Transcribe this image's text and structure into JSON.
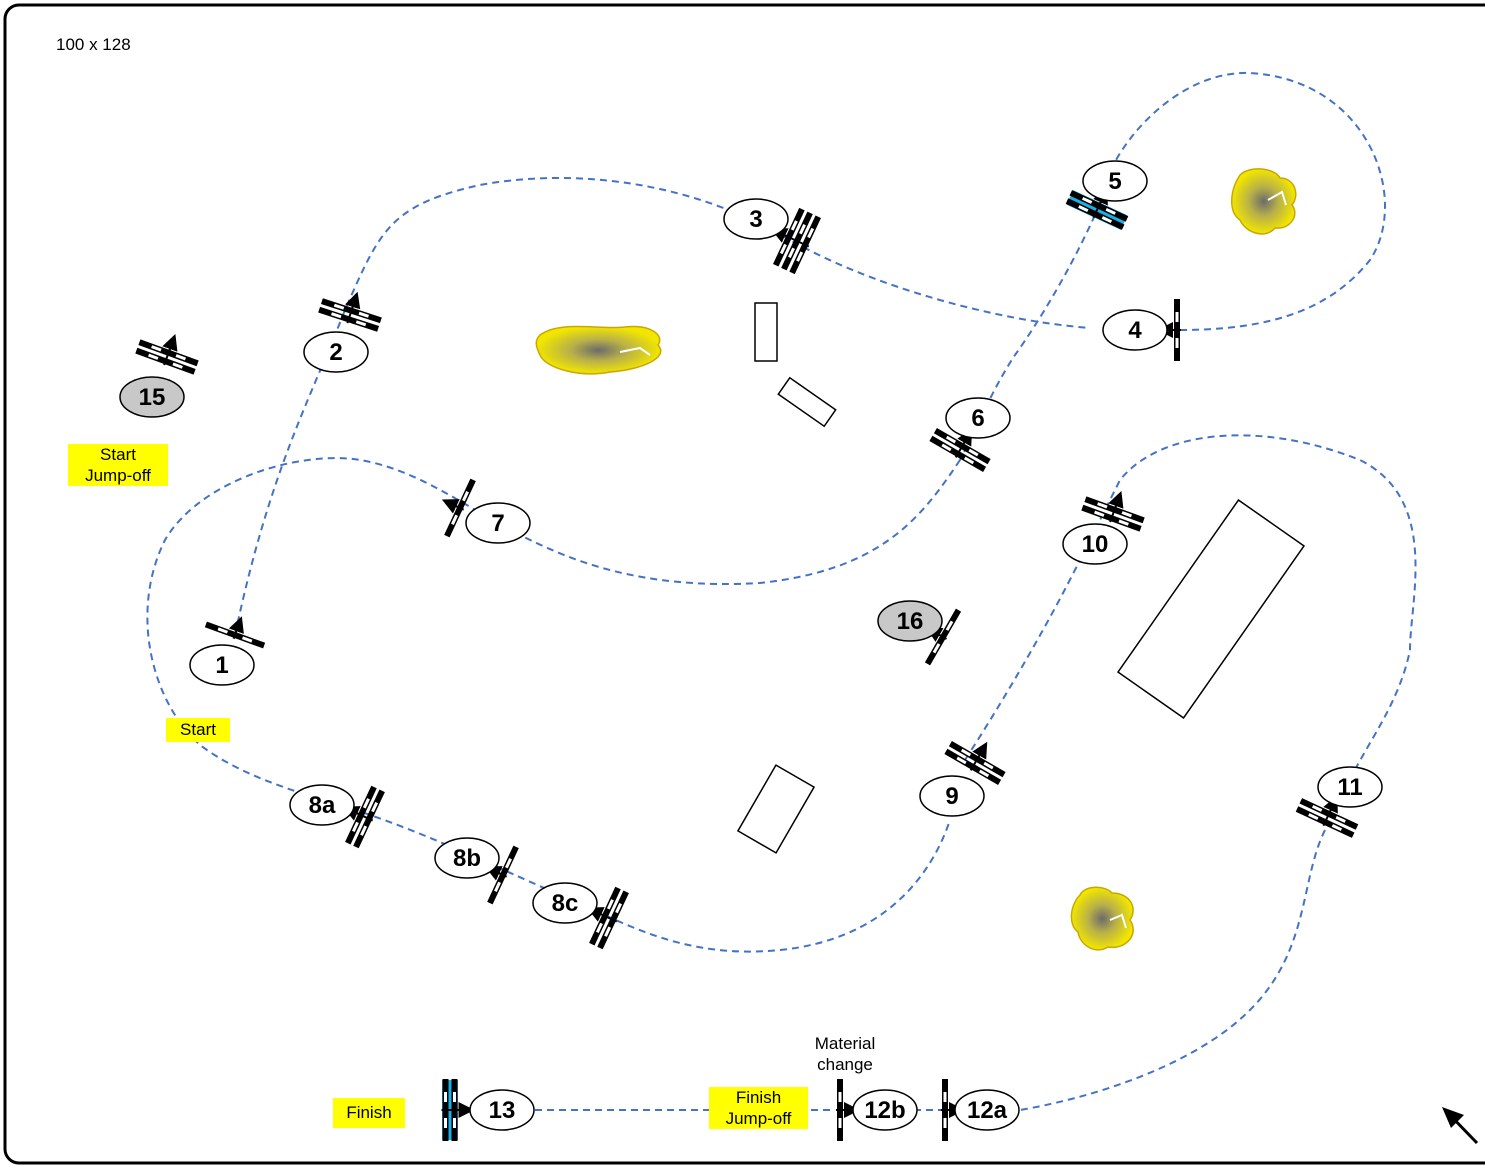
{
  "arena_size": "100 x 128",
  "obstacles": [
    {
      "id": "jump-1",
      "label": "1",
      "type": "vertical"
    },
    {
      "id": "jump-2",
      "label": "2",
      "type": "oxer"
    },
    {
      "id": "jump-3",
      "label": "3",
      "type": "triple"
    },
    {
      "id": "jump-4",
      "label": "4",
      "type": "vertical"
    },
    {
      "id": "jump-5",
      "label": "5",
      "type": "water-oxer"
    },
    {
      "id": "jump-6",
      "label": "6",
      "type": "oxer"
    },
    {
      "id": "jump-7",
      "label": "7",
      "type": "vertical"
    },
    {
      "id": "jump-8a",
      "label": "8a",
      "type": "oxer"
    },
    {
      "id": "jump-8b",
      "label": "8b",
      "type": "vertical"
    },
    {
      "id": "jump-8c",
      "label": "8c",
      "type": "oxer"
    },
    {
      "id": "jump-9",
      "label": "9",
      "type": "oxer"
    },
    {
      "id": "jump-10",
      "label": "10",
      "type": "oxer"
    },
    {
      "id": "jump-11",
      "label": "11",
      "type": "oxer"
    },
    {
      "id": "jump-12a",
      "label": "12a",
      "type": "vertical"
    },
    {
      "id": "jump-12b",
      "label": "12b",
      "type": "vertical"
    },
    {
      "id": "jump-13",
      "label": "13",
      "type": "water-oxer"
    },
    {
      "id": "jump-15",
      "label": "15",
      "type": "jump-off"
    },
    {
      "id": "jump-16",
      "label": "16",
      "type": "jump-off"
    }
  ],
  "markers": {
    "start": "Start",
    "start_jumpoff_line1": "Start",
    "start_jumpoff_line2": "Jump-off",
    "finish": "Finish",
    "finish_jumpoff_line1": "Finish",
    "finish_jumpoff_line2": "Jump-off",
    "material_change_line1": "Material",
    "material_change_line2": "change"
  },
  "colors": {
    "route": "#4472c4",
    "marker_bg": "#ffff00",
    "water": "#1ab0e8",
    "jump_off_fill": "#c8c8c8",
    "bush": "#f2e600"
  },
  "icons": [
    "north-arrow-icon",
    "bush-icon",
    "flowerbed-icon",
    "tree-icon"
  ]
}
